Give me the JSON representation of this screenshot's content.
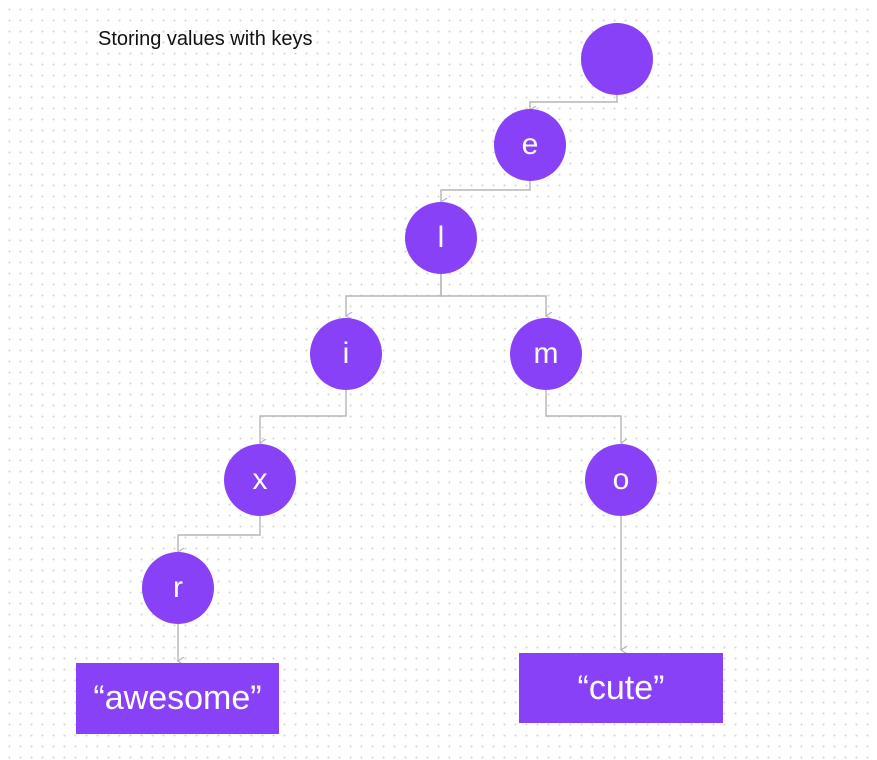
{
  "diagram": {
    "title": "Storing values with keys",
    "node_color": "#8941f7",
    "connector_color": "#b5b5b5",
    "nodes": [
      {
        "id": "root",
        "label": ""
      },
      {
        "id": "e",
        "label": "e"
      },
      {
        "id": "l",
        "label": "l"
      },
      {
        "id": "i",
        "label": "i"
      },
      {
        "id": "m",
        "label": "m"
      },
      {
        "id": "x",
        "label": "x"
      },
      {
        "id": "o",
        "label": "o"
      },
      {
        "id": "r",
        "label": "r"
      }
    ],
    "values": [
      {
        "key_path": "elixr",
        "label": "“awesome”"
      },
      {
        "key_path": "elmo",
        "label": "“cute”"
      }
    ],
    "edges": [
      [
        "root",
        "e"
      ],
      [
        "e",
        "l"
      ],
      [
        "l",
        "i"
      ],
      [
        "l",
        "m"
      ],
      [
        "i",
        "x"
      ],
      [
        "x",
        "r"
      ],
      [
        "m",
        "o"
      ],
      [
        "r",
        "value-awesome"
      ],
      [
        "o",
        "value-cute"
      ]
    ]
  }
}
